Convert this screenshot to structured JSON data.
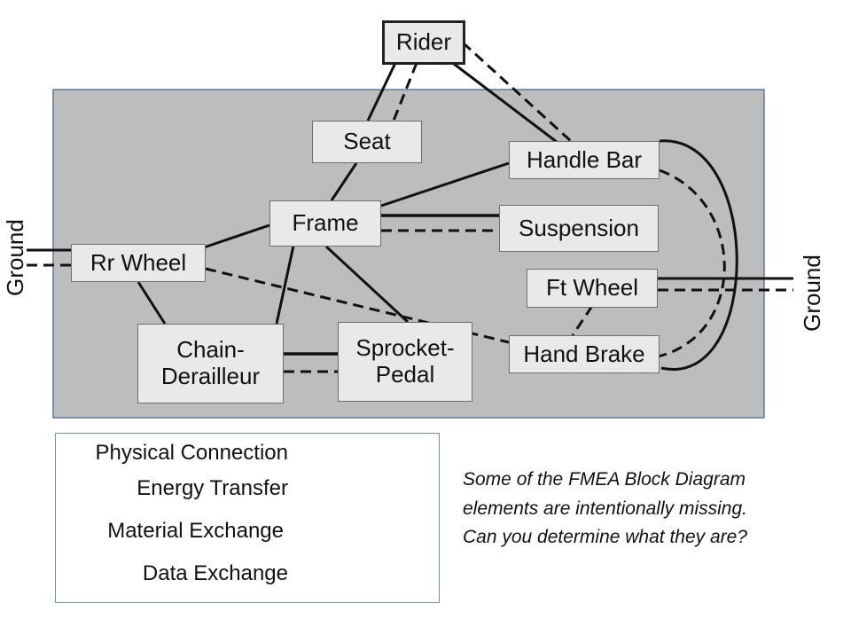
{
  "blocks": {
    "rider": "Rider",
    "seat": "Seat",
    "handle_bar": "Handle Bar",
    "frame": "Frame",
    "suspension": "Suspension",
    "rr_wheel": "Rr Wheel",
    "ft_wheel": "Ft Wheel",
    "chain_derailleur_1": "Chain-",
    "chain_derailleur_2": "Derailleur",
    "sprocket_pedal_1": "Sprocket-",
    "sprocket_pedal_2": "Pedal",
    "hand_brake": "Hand Brake"
  },
  "ground": {
    "left": "Ground",
    "right": "Ground"
  },
  "legend": {
    "physical": "Physical Connection",
    "energy": "Energy Transfer",
    "material": "Material Exchange",
    "data": "Data Exchange"
  },
  "note": {
    "line1": "Some of the FMEA Block Diagram",
    "line2": "elements are intentionally missing.",
    "line3": "Can you determine what they are?"
  },
  "colors": {
    "system_fill": "#bdbdbd",
    "block_fill": "#e9e9e9",
    "system_border": "#5b7aa0",
    "line": "#111111"
  }
}
